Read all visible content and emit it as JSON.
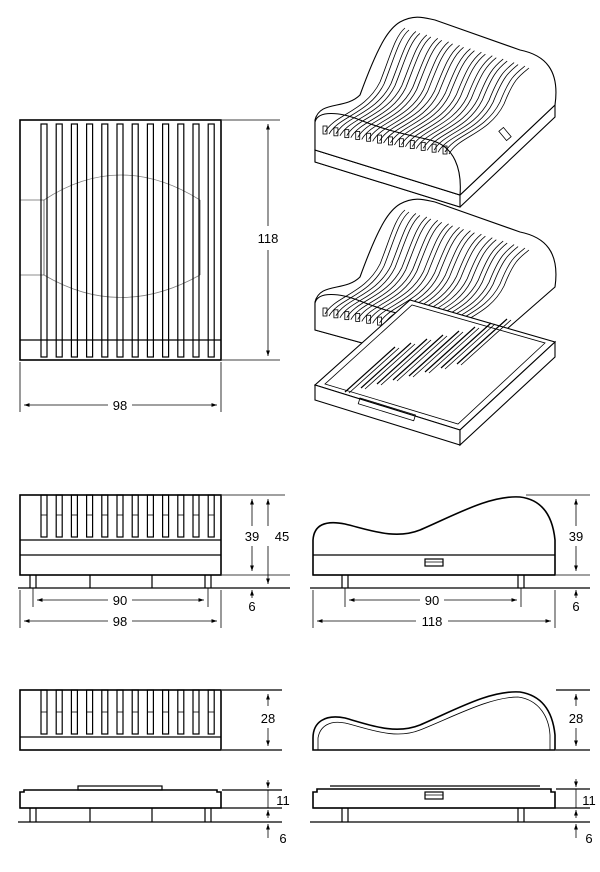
{
  "dimensions": {
    "top_view_height": "118",
    "top_view_width": "98",
    "front_small_height": "39",
    "front_total_height": "45",
    "front_inner_width": "90",
    "front_feet": "6",
    "front_width": "98",
    "side_height": "39",
    "side_inner_width": "90",
    "side_feet": "6",
    "side_width": "118",
    "cover_front_height": "28",
    "cover_side_height": "28",
    "base_front_height": "11",
    "base_front_feet": "6",
    "base_side_height": "11",
    "base_side_feet": "6"
  }
}
